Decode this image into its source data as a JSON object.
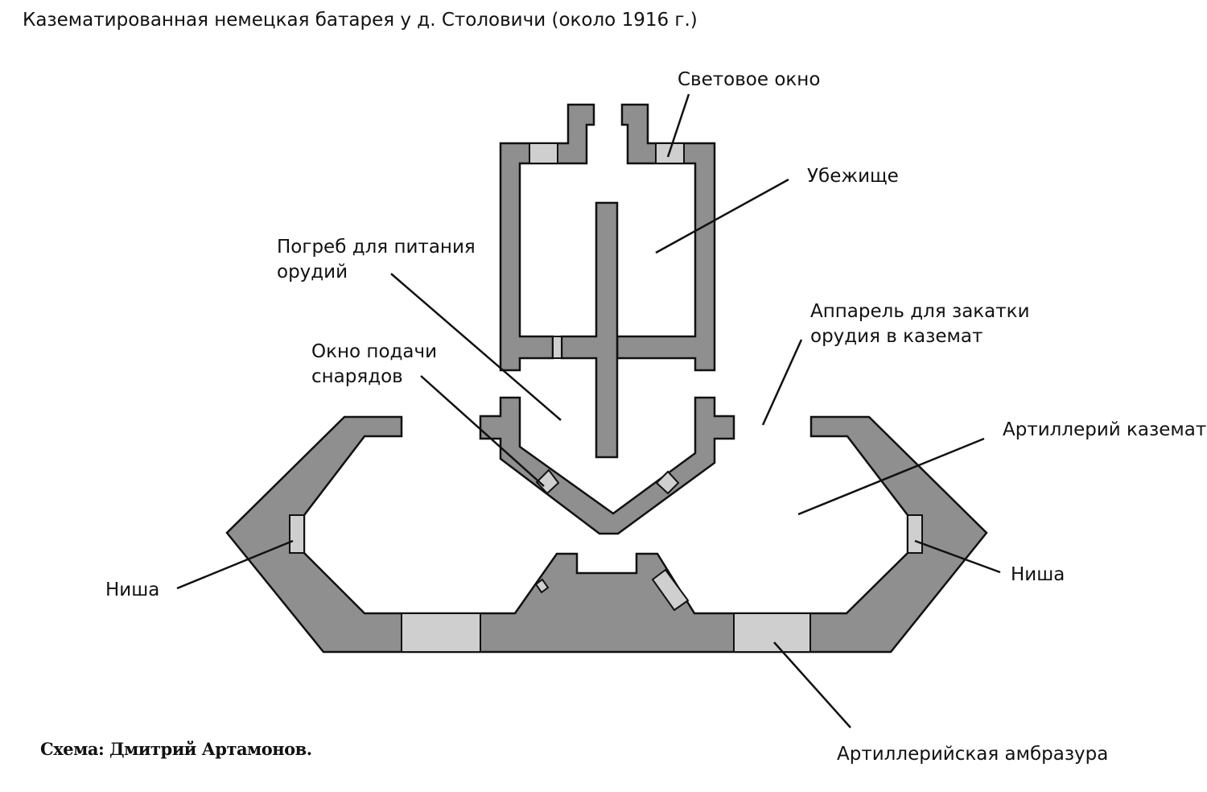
{
  "title": "Казематированная немецкая батарея у д. Столовичи (около 1916 г.)",
  "credit": "Схема: Дмитрий Артамонов.",
  "labels": {
    "light_window": "Световое окно",
    "shelter": "Убежище",
    "cellar_line1": "Погреб для питания",
    "cellar_line2": "орудий",
    "ramp_line1": "Аппарель для закатки",
    "ramp_line2": "орудия в каземат",
    "shell_window_line1": "Окно подачи",
    "shell_window_line2": "снарядов",
    "casemate": "Артиллерий каземат",
    "niche_left": "Ниша",
    "niche_right": "Ниша",
    "embrasure": "Артиллерийская амбразура"
  },
  "colors": {
    "wall": "#8f8f8f",
    "light_element": "#cfcfcf",
    "outline": "#111111"
  }
}
